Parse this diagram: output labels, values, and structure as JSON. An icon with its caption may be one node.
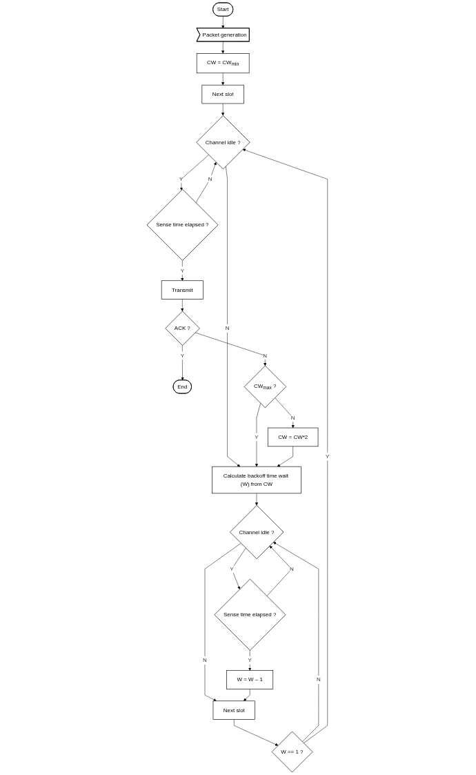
{
  "diagram": {
    "nodes": [
      {
        "text": [
          "Start"
        ]
      },
      {
        "text": [
          "Packet generation"
        ]
      },
      {
        "text": [
          "CW = CW$_{min}$"
        ]
      },
      {
        "text": [
          "Next slot"
        ]
      },
      {
        "text": [
          "Channel idle ?"
        ]
      },
      {
        "text": [
          "Sense time elapsed ?"
        ]
      },
      {
        "text": [
          "Transmit"
        ]
      },
      {
        "text": [
          "ACK ?"
        ]
      },
      {
        "text": [
          "End"
        ]
      },
      {
        "text": [
          "Calculate backoff time wait (W) from CW"
        ]
      },
      {
        "text": [
          "CW = CW*2"
        ]
      },
      {
        "text": [
          "CW$_{max}$ ?"
        ]
      },
      {
        "text": [
          "Channel idle ?"
        ]
      },
      {
        "text": [
          "Sense time elapsed ?"
        ]
      },
      {
        "text": [
          "W = W – 1"
        ]
      },
      {
        "text": [
          "Next slot"
        ]
      },
      {
        "text": [
          "W == 1 ?"
        ]
      }
    ],
    "edges": [
      {
        "from": 0,
        "to": 1,
        "arrow": "to"
      },
      {
        "from": 1,
        "to": 2,
        "arrow": "to"
      },
      {
        "from": 2,
        "to": 3,
        "arrow": "to"
      },
      {
        "from": 3,
        "to": 4,
        "arrow": "to"
      },
      {
        "from": 4,
        "to": 9,
        "label": "N",
        "arrow": "to"
      },
      {
        "from": 4,
        "to": 5,
        "label": "Y",
        "arrow": "to"
      },
      {
        "from": 5,
        "to": 4,
        "label": "N",
        "arrow": "to"
      },
      {
        "from": 5,
        "to": 6,
        "label": "Y",
        "arrow": "to"
      },
      {
        "from": 6,
        "to": 7,
        "arrow": "to"
      },
      {
        "from": 7,
        "to": 8,
        "label": "Y",
        "arrow": "to"
      },
      {
        "from": 7,
        "to": 11,
        "label": "N",
        "arrow": "to"
      },
      {
        "from": 11,
        "to": 10,
        "label": "N",
        "arrow": "to"
      },
      {
        "from": 11,
        "to": 9,
        "label": "Y",
        "arrow": "to"
      },
      {
        "from": 10,
        "to": 9,
        "arrow": "to"
      },
      {
        "from": 9,
        "to": 12,
        "arrow": "to"
      },
      {
        "from": 12,
        "to": 13,
        "label": "Y",
        "arrow": "to"
      },
      {
        "from": 12,
        "to": 15,
        "label": "N",
        "arrow": "to"
      },
      {
        "from": 13,
        "to": 12,
        "label": "N",
        "arrow": "to"
      },
      {
        "from": 13,
        "to": 14,
        "label": "Y",
        "arrow": "to"
      },
      {
        "from": 14,
        "to": 15,
        "arrow": "to"
      },
      {
        "from": 15,
        "to": 16,
        "arrow": "to"
      },
      {
        "from": 16,
        "to": 12,
        "label": "N",
        "arrow": "to"
      },
      {
        "from": 16,
        "to": 4,
        "label": "Y",
        "arrow": "to"
      }
    ]
  }
}
